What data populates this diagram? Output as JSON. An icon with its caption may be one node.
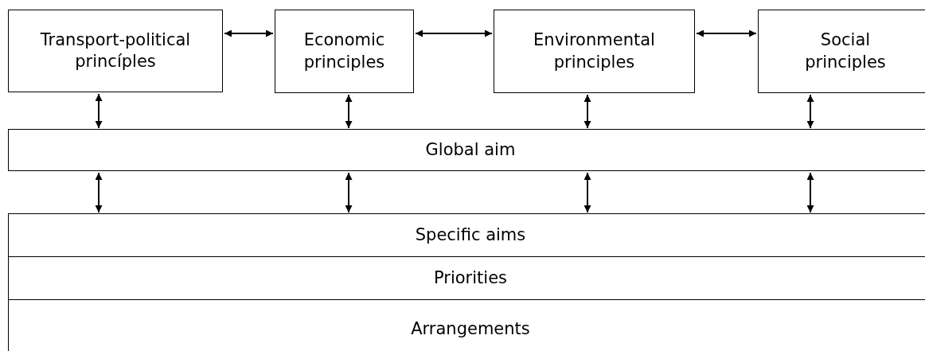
{
  "diagram": {
    "nodes": [
      {
        "text": [
          "Transport-political princíples"
        ]
      },
      {
        "text": [
          "Economic principles"
        ]
      },
      {
        "text": [
          "Environmental principles"
        ]
      },
      {
        "text": [
          "Social principles"
        ]
      },
      {
        "text": [
          "Global aim"
        ]
      },
      {
        "text": [
          "Specific aims"
        ]
      },
      {
        "text": [
          "Priorities"
        ]
      },
      {
        "text": [
          "Arrangements"
        ]
      }
    ],
    "edges": [
      {
        "from": 0,
        "to": 1,
        "arrow": "both"
      },
      {
        "from": 1,
        "to": 2,
        "arrow": "both"
      },
      {
        "from": 2,
        "to": 3,
        "arrow": "both"
      },
      {
        "from": 0,
        "to": 4,
        "arrow": "both"
      },
      {
        "from": 1,
        "to": 4,
        "arrow": "both"
      },
      {
        "from": 2,
        "to": 4,
        "arrow": "both"
      },
      {
        "from": 3,
        "to": 4,
        "arrow": "both"
      },
      {
        "from": 4,
        "to": 5,
        "arrow": "both"
      },
      {
        "from": 4,
        "to": 5,
        "arrow": "both"
      },
      {
        "from": 4,
        "to": 5,
        "arrow": "both"
      },
      {
        "from": 4,
        "to": 5,
        "arrow": "both"
      }
    ]
  }
}
